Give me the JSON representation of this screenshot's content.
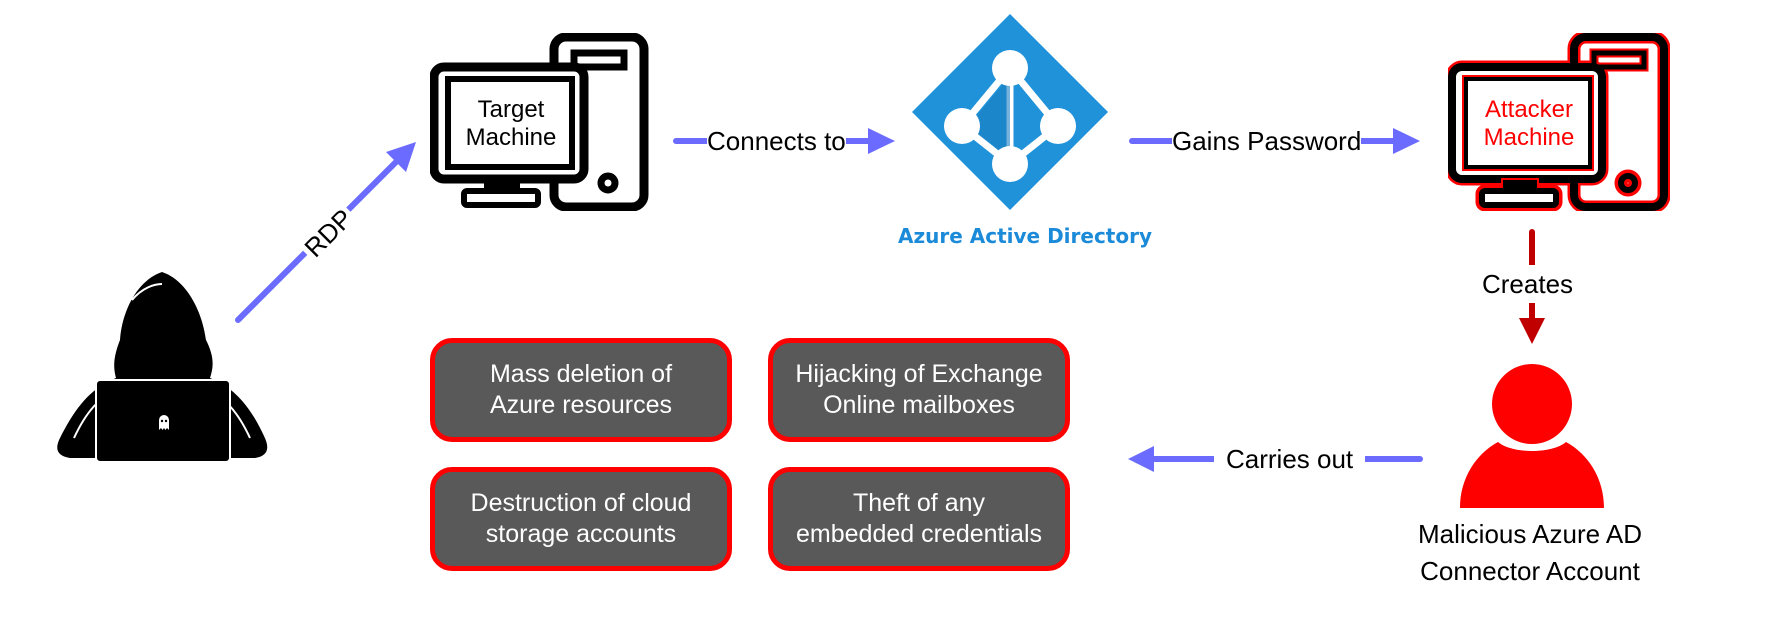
{
  "diagram": {
    "nodes": {
      "attacker_person": {
        "icon": "hooded-hacker-with-laptop-icon"
      },
      "target_machine": {
        "label_line1": "Target",
        "label_line2": "Machine",
        "icon": "desktop-computer-icon",
        "color": "#000000"
      },
      "azure_ad": {
        "label": "Azure Active Directory",
        "icon": "azure-active-directory-icon",
        "color": "#1b8ad8"
      },
      "attacker_machine": {
        "label_line1": "Attacker",
        "label_line2": "Machine",
        "icon": "desktop-computer-icon",
        "color": "#ff0000"
      },
      "malicious_account": {
        "label_line1": "Malicious Azure AD",
        "label_line2": "Connector Account",
        "icon": "user-icon",
        "color": "#ff0000"
      }
    },
    "edges": {
      "rdp": {
        "label": "RDP",
        "color": "#6b6bff"
      },
      "connects_to": {
        "label": "Connects to",
        "color": "#6b6bff"
      },
      "gains_password": {
        "label": "Gains Password",
        "color": "#6b6bff"
      },
      "creates": {
        "label": "Creates",
        "color": "#c00000"
      },
      "carries_out": {
        "label": "Carries out",
        "color": "#6b6bff"
      }
    },
    "impacts": [
      {
        "line1": "Mass deletion of",
        "line2": "Azure resources"
      },
      {
        "line1": "Hijacking of Exchange",
        "line2": "Online mailboxes"
      },
      {
        "line1": "Destruction of cloud",
        "line2": "storage accounts"
      },
      {
        "line1": "Theft of any",
        "line2": "embedded credentials"
      }
    ],
    "impact_box_fill": "#595959",
    "impact_box_border": "#ff0000"
  }
}
